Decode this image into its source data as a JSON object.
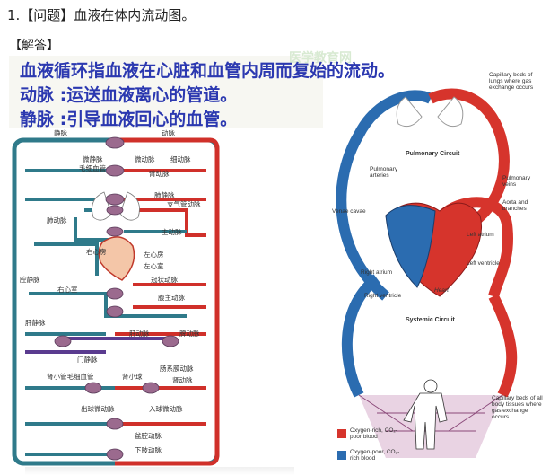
{
  "question": {
    "title": "1.【问题】血液在体内流动图。"
  },
  "answer": {
    "label": "【解答】",
    "watermark": "医学教育网",
    "definitions": [
      "血液循环指血液在心脏和血管内周而复始的流动。",
      "动脉 :运送血液离心的管道。",
      "静脉 :引导血液回心的血管。"
    ]
  },
  "left_diagram": {
    "labels": {
      "vein": "静脉",
      "artery": "动脉",
      "venule": "微静脉",
      "capillary_top": "微动脉",
      "small_artery": "细动脉",
      "capillary": "毛细血管",
      "arm_artery": "臂动脉",
      "pulm_vein": "肺静脉",
      "bronchial": "支气管动脉",
      "pulm_artery": "肺动脉",
      "aorta": "主动脉",
      "right_atrium": "右心房",
      "left_atrium": "左心房",
      "left_ventricle": "左心室",
      "coronary": "冠状动脉",
      "vena_cava": "腔静脉",
      "right_ventricle": "右心室",
      "celiac": "腹主动脉",
      "hepatic_vein": "肝静脉",
      "hepatic_artery": "肝动脉",
      "spleen_artery": "脾动脉",
      "portal_vein": "门静脉",
      "mesenteric": "肠系膜动脉",
      "renal_capillary": "肾小管毛细血管",
      "glomerulus": "肾小球",
      "renal_artery": "肾动脉",
      "efferent": "出球微动脉",
      "afferent": "入球微动脉",
      "pelvic": "盆腔动脉",
      "lower_limb": "下肢动脉"
    }
  },
  "right_diagram": {
    "labels": {
      "capillary_lungs": "Capillary beds of lungs where gas exchange occurs",
      "pulmonary_circuit": "Pulmonary Circuit",
      "pulmonary_arteries": "Pulmonary arteries",
      "pulmonary_veins": "Pulmonary veins",
      "venae_cavae": "Venae cavae",
      "aorta_branches": "Aorta and branches",
      "left_atrium": "Left atrium",
      "left_ventricle": "Left ventricle",
      "right_atrium": "Right atrium",
      "right_ventricle": "Right ventricle",
      "heart": "Heart",
      "systemic_circuit": "Systemic Circuit",
      "capillary_body": "Capillary beds of all body tissues where gas exchange occurs"
    },
    "legend": [
      {
        "color": "#d6342c",
        "text": "Oxygen-rich, CO₂-poor blood"
      },
      {
        "color": "#2b6cb0",
        "text": "Oxygen-poor, CO₂-rich blood"
      }
    ]
  },
  "colors": {
    "oxygen_rich": "#d6342c",
    "oxygen_poor": "#2b6cb0",
    "definition_text": "#2b38b0",
    "banner_bg": "#f7f7f2"
  }
}
